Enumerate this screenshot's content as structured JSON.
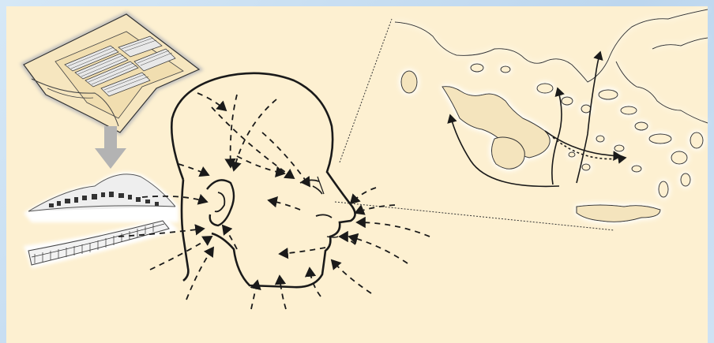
{
  "colors": {
    "background_frame": "#c4dcf0",
    "panel": "#fdf0d1",
    "ink": "#1a1a1a",
    "arrow_gray": "#b3b3b3",
    "land_glow": "#ffffff",
    "sand": "#f4e4bd"
  },
  "figure": {
    "panels": [
      {
        "name": "settlement-plan",
        "icon": "town-plan-icon"
      },
      {
        "name": "hillside-village",
        "icon": "village-icon"
      },
      {
        "name": "head-profile",
        "icon": "head-profile-icon"
      },
      {
        "name": "aegean-map",
        "icon": "map-icon"
      }
    ]
  }
}
